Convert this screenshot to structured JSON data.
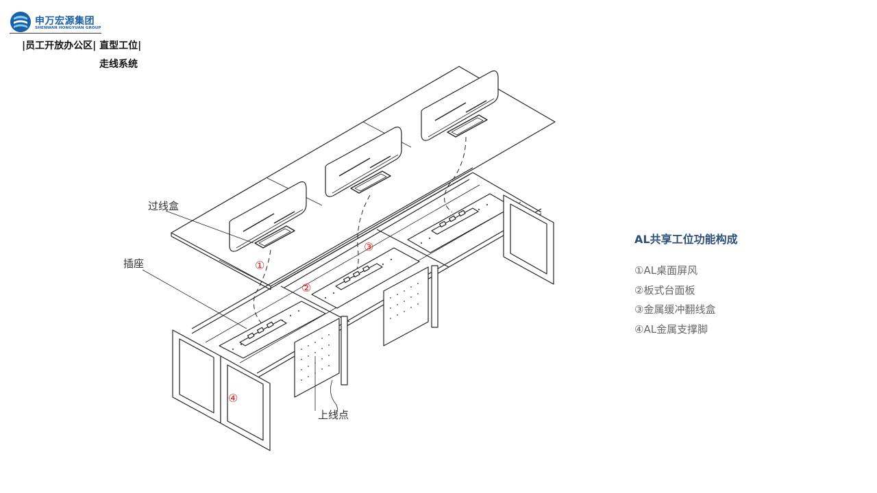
{
  "logo": {
    "name_cn": "申万宏源集团",
    "name_en": "SHENWAN HONGYUAN GROUP",
    "brand_color": "#1a5fa8"
  },
  "header": {
    "breadcrumb": "|员工开放办公区| 直型工位|",
    "subtitle": "走线系统"
  },
  "diagram": {
    "callouts": {
      "wire_box": "过线盒",
      "socket": "插座",
      "wire_entry": "上线点"
    },
    "markers": [
      "①",
      "②",
      "③",
      "④"
    ],
    "marker_color": "#e02020"
  },
  "legend": {
    "title": "AL共享工位功能构成",
    "items": [
      "①AL桌面屏风",
      "②板式台面板",
      "③金属缓冲翻线盒",
      "④AL金属支撑脚"
    ]
  }
}
